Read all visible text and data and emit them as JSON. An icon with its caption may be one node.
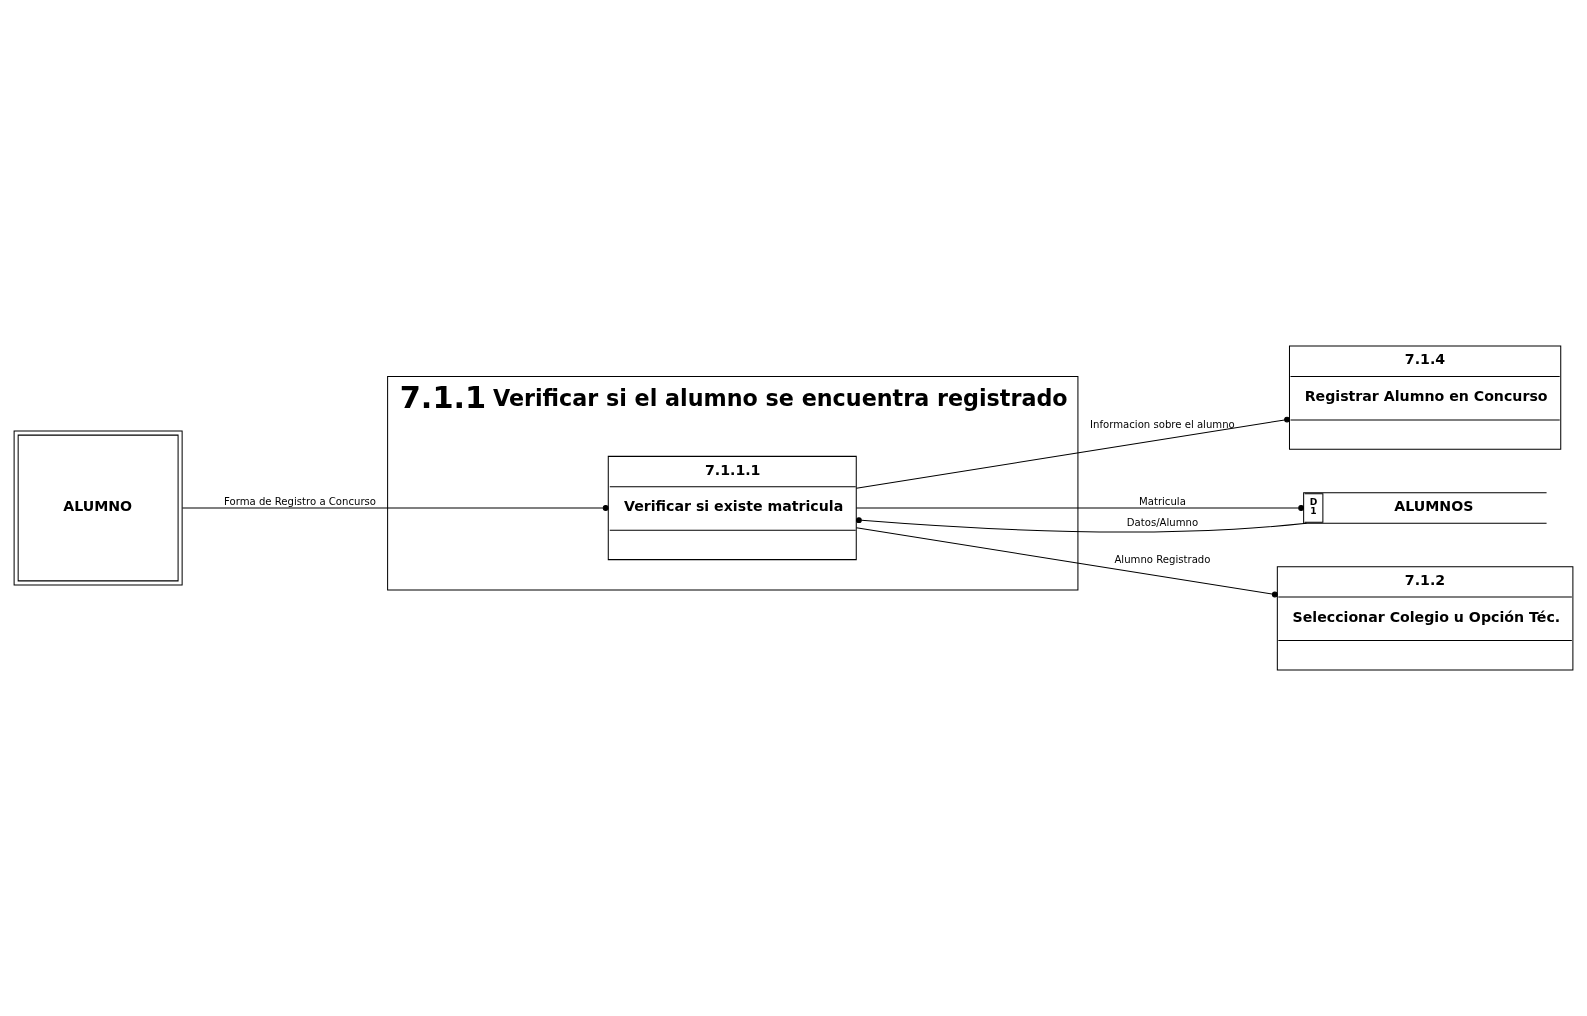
{
  "diagram": {
    "nodes": [
      {
        "text": [
          "7.1.1",
          "Verificar si el alumno se encuentra registrado"
        ]
      },
      {
        "text": [
          "ALUMNO"
        ]
      },
      {
        "text": [
          "7.1.4",
          "Registrar Alumno en Concurso"
        ]
      },
      {
        "text": [
          "7.1.1.1",
          "Verificar si existe matricula"
        ],
        "in": 0
      },
      {
        "text": [
          "D 1",
          "ALUMNOS"
        ]
      },
      {
        "text": [
          "7.1.2",
          "Seleccionar Colegio u Opción Téc."
        ]
      }
    ],
    "edges": [
      {
        "from": 1,
        "to": 3,
        "arrow": "other",
        "label": "Forma de Registro a Concurso"
      },
      {
        "from": 3,
        "to": 4,
        "arrow": "other",
        "label": "Matricula"
      },
      {
        "from": 4,
        "to": 3,
        "arrow": "other",
        "label": "Datos/Alumno"
      },
      {
        "from": 3,
        "to": 2,
        "arrow": "other",
        "label": "Informacion sobre el alumno"
      },
      {
        "from": 3,
        "to": 5,
        "arrow": "other",
        "label": "Alumno Registrado"
      }
    ]
  }
}
